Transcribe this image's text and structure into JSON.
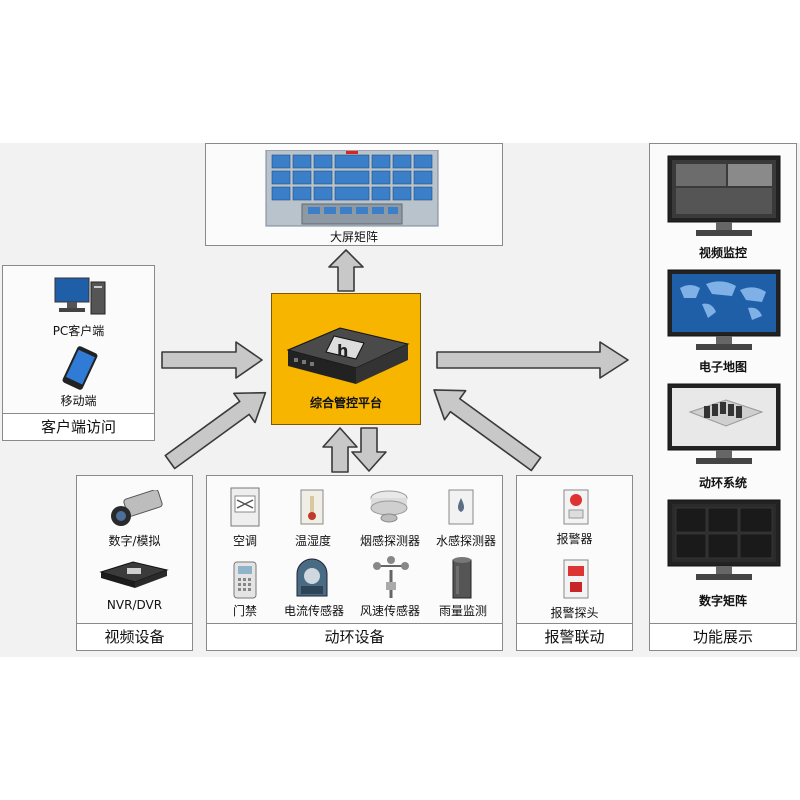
{
  "colors": {
    "platform": "#f7b500",
    "arrow_fill": "#c8c8c8",
    "arrow_stroke": "#3a3a3a",
    "screen_blue": "#1f5fa8"
  },
  "top": {
    "caption": "大屏矩阵",
    "icon": "video-wall-icon"
  },
  "center": {
    "caption": "综合管控平台",
    "icon": "server-rack-icon"
  },
  "client": {
    "caption": "客户端访问",
    "items": [
      {
        "label": "PC客户端",
        "icon": "desktop-pc-icon"
      },
      {
        "label": "移动端",
        "icon": "smartphone-icon"
      }
    ]
  },
  "video": {
    "caption": "视频设备",
    "items": [
      {
        "label": "数字/模拟",
        "icon": "camera-icon"
      },
      {
        "label": "NVR/DVR",
        "icon": "nvr-icon"
      }
    ]
  },
  "env": {
    "caption": "动环设备",
    "items": [
      {
        "label": "空调",
        "icon": "air-conditioner-icon"
      },
      {
        "label": "温湿度",
        "icon": "thermometer-icon"
      },
      {
        "label": "烟感探测器",
        "icon": "smoke-detector-icon"
      },
      {
        "label": "水感探测器",
        "icon": "water-sensor-icon"
      },
      {
        "label": "门禁",
        "icon": "access-control-icon"
      },
      {
        "label": "电流传感器",
        "icon": "current-sensor-icon"
      },
      {
        "label": "风速传感器",
        "icon": "anemometer-icon"
      },
      {
        "label": "雨量监测",
        "icon": "rain-gauge-icon"
      }
    ]
  },
  "alarm": {
    "caption": "报警联动",
    "items": [
      {
        "label": "报警器",
        "icon": "alarm-icon"
      },
      {
        "label": "报警探头",
        "icon": "alarm-probe-icon"
      }
    ]
  },
  "functions": {
    "caption": "功能展示",
    "items": [
      {
        "label": "视频监控",
        "icon": "monitor-video-icon"
      },
      {
        "label": "电子地图",
        "icon": "monitor-map-icon"
      },
      {
        "label": "动环系统",
        "icon": "monitor-3d-room-icon"
      },
      {
        "label": "数字矩阵",
        "icon": "monitor-matrix-icon"
      }
    ]
  }
}
